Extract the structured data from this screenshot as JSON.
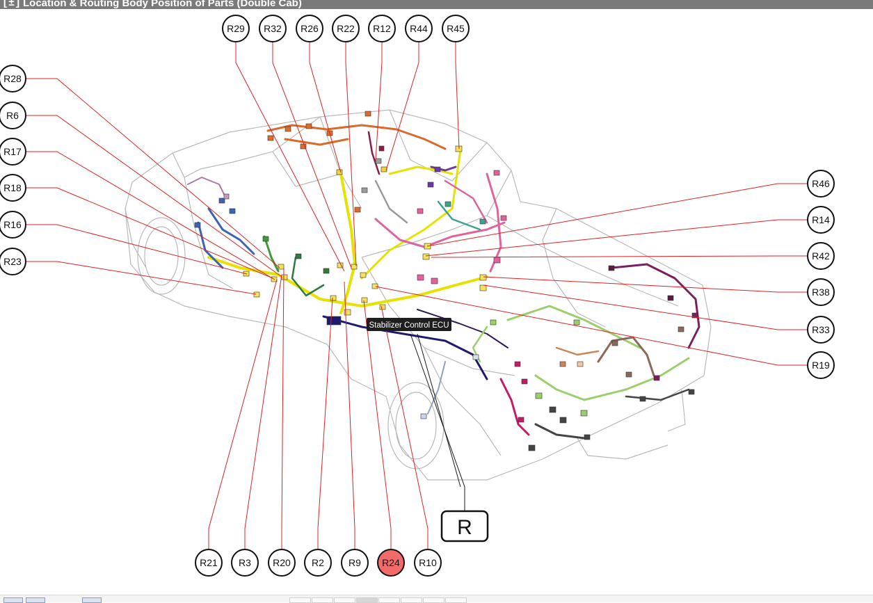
{
  "header": {
    "toggle": "[±]",
    "title": "Location & Routing  Body  Position of Parts (Double Cab)"
  },
  "tooltip": {
    "text": "Stabilizer Control ECU"
  },
  "group_label": "R",
  "colors": {
    "leader": "#e02020",
    "highlight_fill": "#f26b6b",
    "tooltip_bg": "#1e1e1e",
    "titlebar_bg": "#7a7a7a"
  },
  "callouts": [
    {
      "id": "R29"
    },
    {
      "id": "R32"
    },
    {
      "id": "R26"
    },
    {
      "id": "R22"
    },
    {
      "id": "R12"
    },
    {
      "id": "R44"
    },
    {
      "id": "R45"
    },
    {
      "id": "R28"
    },
    {
      "id": "R6"
    },
    {
      "id": "R17"
    },
    {
      "id": "R18"
    },
    {
      "id": "R16"
    },
    {
      "id": "R23"
    },
    {
      "id": "R46"
    },
    {
      "id": "R14"
    },
    {
      "id": "R42"
    },
    {
      "id": "R38"
    },
    {
      "id": "R33"
    },
    {
      "id": "R19"
    },
    {
      "id": "R21"
    },
    {
      "id": "R3"
    },
    {
      "id": "R20"
    },
    {
      "id": "R2"
    },
    {
      "id": "R9"
    },
    {
      "id": "R24",
      "highlighted": true
    },
    {
      "id": "R10"
    }
  ]
}
